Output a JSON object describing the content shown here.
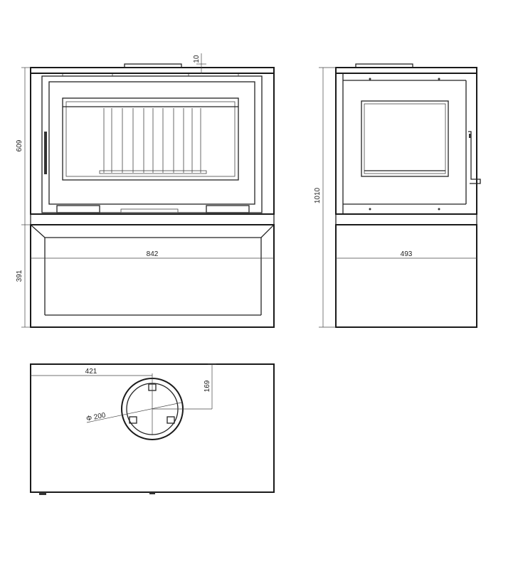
{
  "drawing": {
    "colors": {
      "line": "#222222",
      "background": "#ffffff"
    },
    "dimensions": {
      "top_clearance": "10",
      "firebox_height": "609",
      "base_height": "391",
      "total_width": "842",
      "total_height": "1010",
      "depth": "493",
      "flue_offset_x": "421",
      "flue_offset_y": "169",
      "flue_diameter": "Φ 200"
    }
  }
}
